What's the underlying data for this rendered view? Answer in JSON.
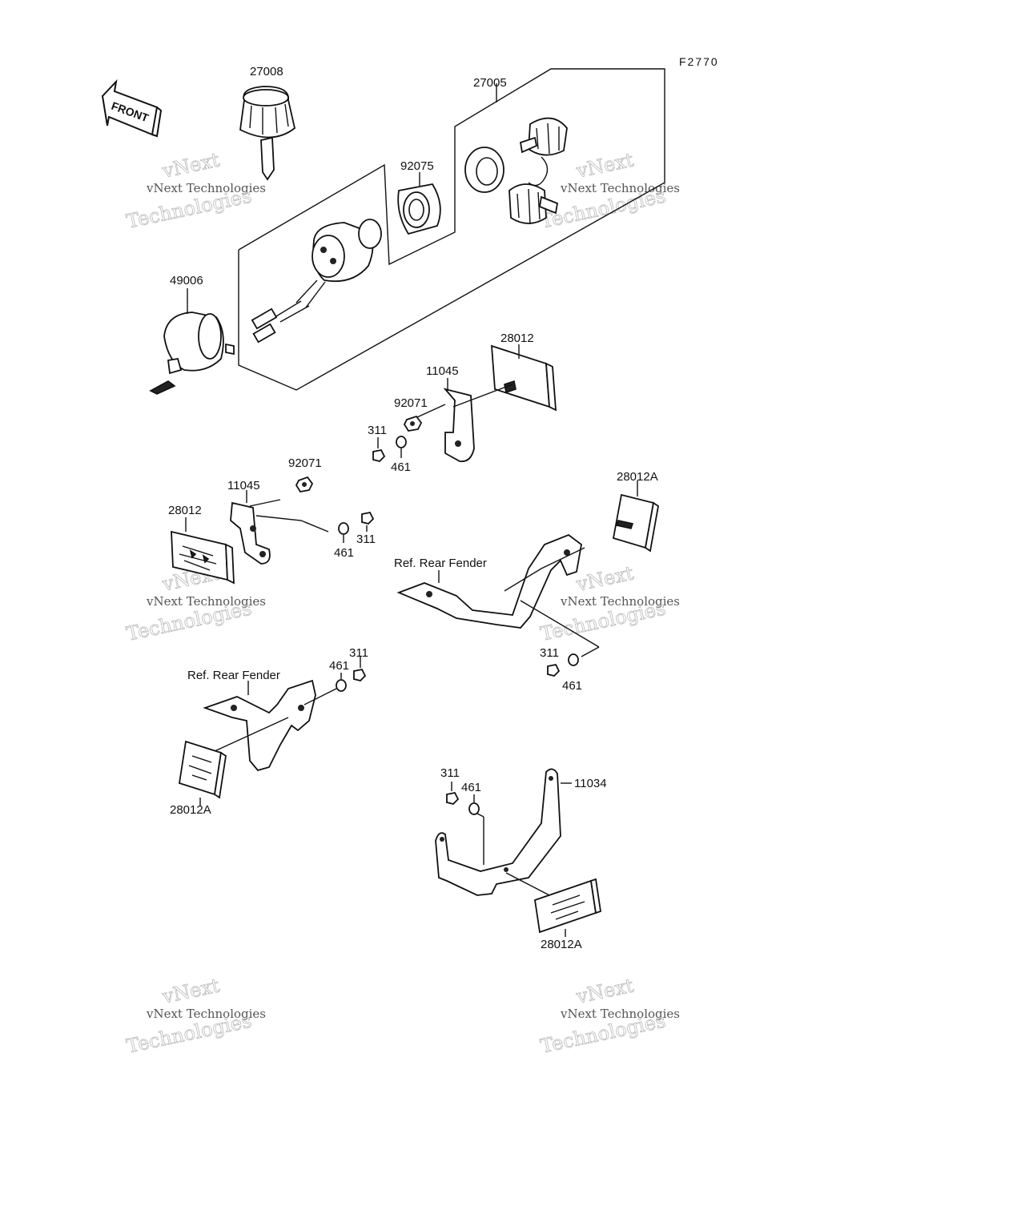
{
  "diagram": {
    "code": "F2770",
    "front_label": "FRONT",
    "labels": {
      "p27008": "27008",
      "p27005": "27005",
      "p92075": "92075",
      "p49006": "49006",
      "p28012_top": "28012",
      "p11045_top": "11045",
      "p92071_top": "92071",
      "p311_top": "311",
      "p461_top": "461",
      "p92071_mid": "92071",
      "p11045_mid": "11045",
      "p28012_mid": "28012",
      "p461_mid": "461",
      "p311_mid": "311",
      "p28012A_right": "28012A",
      "ref_rear_fender_right": "Ref. Rear Fender",
      "p311_right": "311",
      "p461_right": "461",
      "p311_left": "311",
      "p461_left": "461",
      "ref_rear_fender_left": "Ref. Rear Fender",
      "p28012A_left": "28012A",
      "p311_bottom": "311",
      "p461_bottom": "461",
      "p11034": "11034",
      "p28012A_bottom": "28012A"
    }
  },
  "watermark": {
    "line1": "vNext",
    "line2": "vNext Technologies",
    "line3": "Technologies"
  }
}
